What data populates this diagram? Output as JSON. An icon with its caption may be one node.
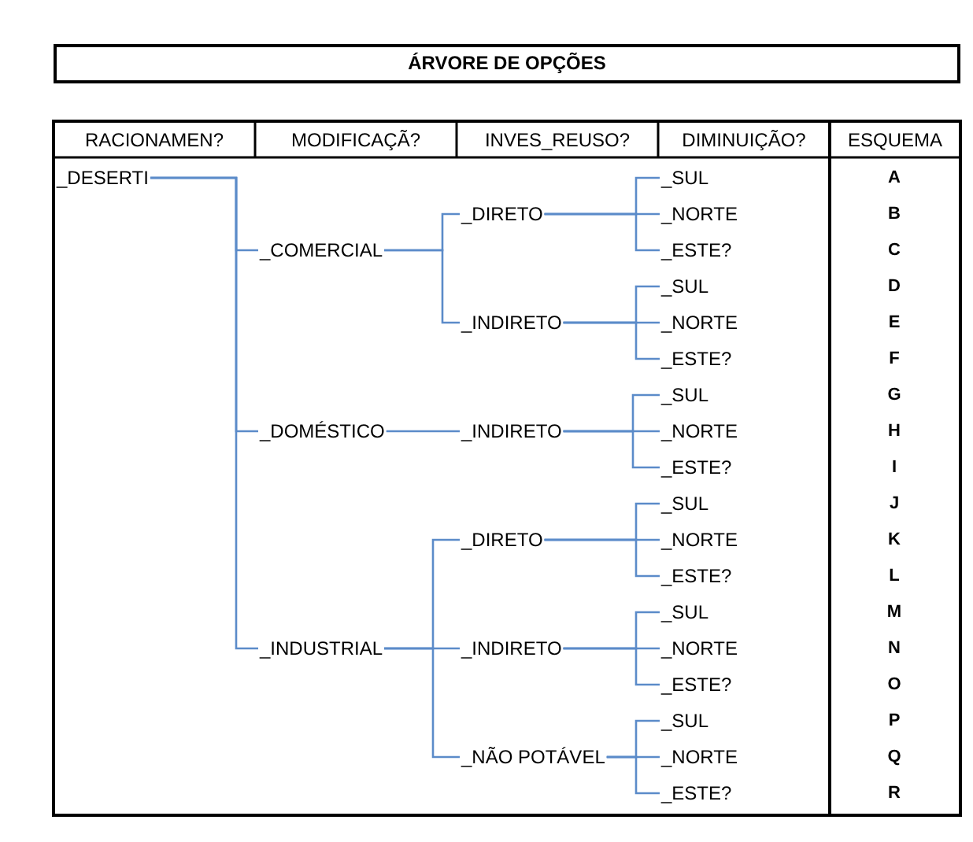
{
  "diagram": {
    "title": "ÁRVORE DE OPÇÕES",
    "nodes": [
      {
        "text": [
          "_DESERTI"
        ]
      },
      {
        "text": [
          "_COMERCIAL"
        ]
      },
      {
        "text": [
          "_DIRETO"
        ]
      },
      {
        "text": [
          "_SUL"
        ]
      },
      {
        "text": [
          "_NORTE"
        ]
      },
      {
        "text": [
          "_ESTE?"
        ]
      },
      {
        "text": [
          "_INDIRETO"
        ]
      },
      {
        "text": [
          "_SUL"
        ]
      },
      {
        "text": [
          "_NORTE"
        ]
      },
      {
        "text": [
          "_ESTE?"
        ]
      },
      {
        "text": [
          "_DOMÉSTICO"
        ]
      },
      {
        "text": [
          "_INDIRETO"
        ]
      },
      {
        "text": [
          "_SUL"
        ]
      },
      {
        "text": [
          "_NORTE"
        ]
      },
      {
        "text": [
          "_ESTE?"
        ]
      },
      {
        "text": [
          "_INDUSTRIAL"
        ]
      },
      {
        "text": [
          "_DIRETO"
        ]
      },
      {
        "text": [
          "_SUL"
        ]
      },
      {
        "text": [
          "_NORTE"
        ]
      },
      {
        "text": [
          "_ESTE?"
        ]
      },
      {
        "text": [
          "_INDIRETO"
        ]
      },
      {
        "text": [
          "_SUL"
        ]
      },
      {
        "text": [
          "_NORTE"
        ]
      },
      {
        "text": [
          "_ESTE?"
        ]
      },
      {
        "text": [
          "_NÃO POTÁVEL"
        ]
      },
      {
        "text": [
          "_SUL"
        ]
      },
      {
        "text": [
          "_NORTE"
        ]
      },
      {
        "text": [
          "_ESTE?"
        ]
      }
    ],
    "edges": [
      {
        "from": 0,
        "to": 1,
        "arrow": "none"
      },
      {
        "from": 0,
        "to": 10,
        "arrow": "none"
      },
      {
        "from": 0,
        "to": 15,
        "arrow": "none"
      },
      {
        "from": 1,
        "to": 2,
        "arrow": "none"
      },
      {
        "from": 1,
        "to": 6,
        "arrow": "none"
      },
      {
        "from": 2,
        "to": 3,
        "arrow": "none"
      },
      {
        "from": 2,
        "to": 4,
        "arrow": "none"
      },
      {
        "from": 2,
        "to": 5,
        "arrow": "none"
      },
      {
        "from": 6,
        "to": 7,
        "arrow": "none"
      },
      {
        "from": 6,
        "to": 8,
        "arrow": "none"
      },
      {
        "from": 6,
        "to": 9,
        "arrow": "none"
      },
      {
        "from": 10,
        "to": 11,
        "arrow": "none"
      },
      {
        "from": 11,
        "to": 12,
        "arrow": "none"
      },
      {
        "from": 11,
        "to": 13,
        "arrow": "none"
      },
      {
        "from": 11,
        "to": 14,
        "arrow": "none"
      },
      {
        "from": 15,
        "to": 16,
        "arrow": "none"
      },
      {
        "from": 15,
        "to": 20,
        "arrow": "none"
      },
      {
        "from": 15,
        "to": 24,
        "arrow": "none"
      },
      {
        "from": 16,
        "to": 17,
        "arrow": "none"
      },
      {
        "from": 16,
        "to": 18,
        "arrow": "none"
      },
      {
        "from": 16,
        "to": 19,
        "arrow": "none"
      },
      {
        "from": 20,
        "to": 21,
        "arrow": "none"
      },
      {
        "from": 20,
        "to": 22,
        "arrow": "none"
      },
      {
        "from": 20,
        "to": 23,
        "arrow": "none"
      },
      {
        "from": 24,
        "to": 25,
        "arrow": "none"
      },
      {
        "from": 24,
        "to": 26,
        "arrow": "none"
      },
      {
        "from": 24,
        "to": 27,
        "arrow": "none"
      }
    ],
    "labels": [
      "RACIONAMEN?",
      "MODIFICAÇÃ?",
      "INVES_REUSO?",
      "DIMINUIÇÃO?",
      "ESQUEMA",
      "A",
      "B",
      "C",
      "D",
      "E",
      "F",
      "G",
      "H",
      "I",
      "J",
      "K",
      "L",
      "M",
      "N",
      "O",
      "P",
      "Q",
      "R"
    ]
  }
}
